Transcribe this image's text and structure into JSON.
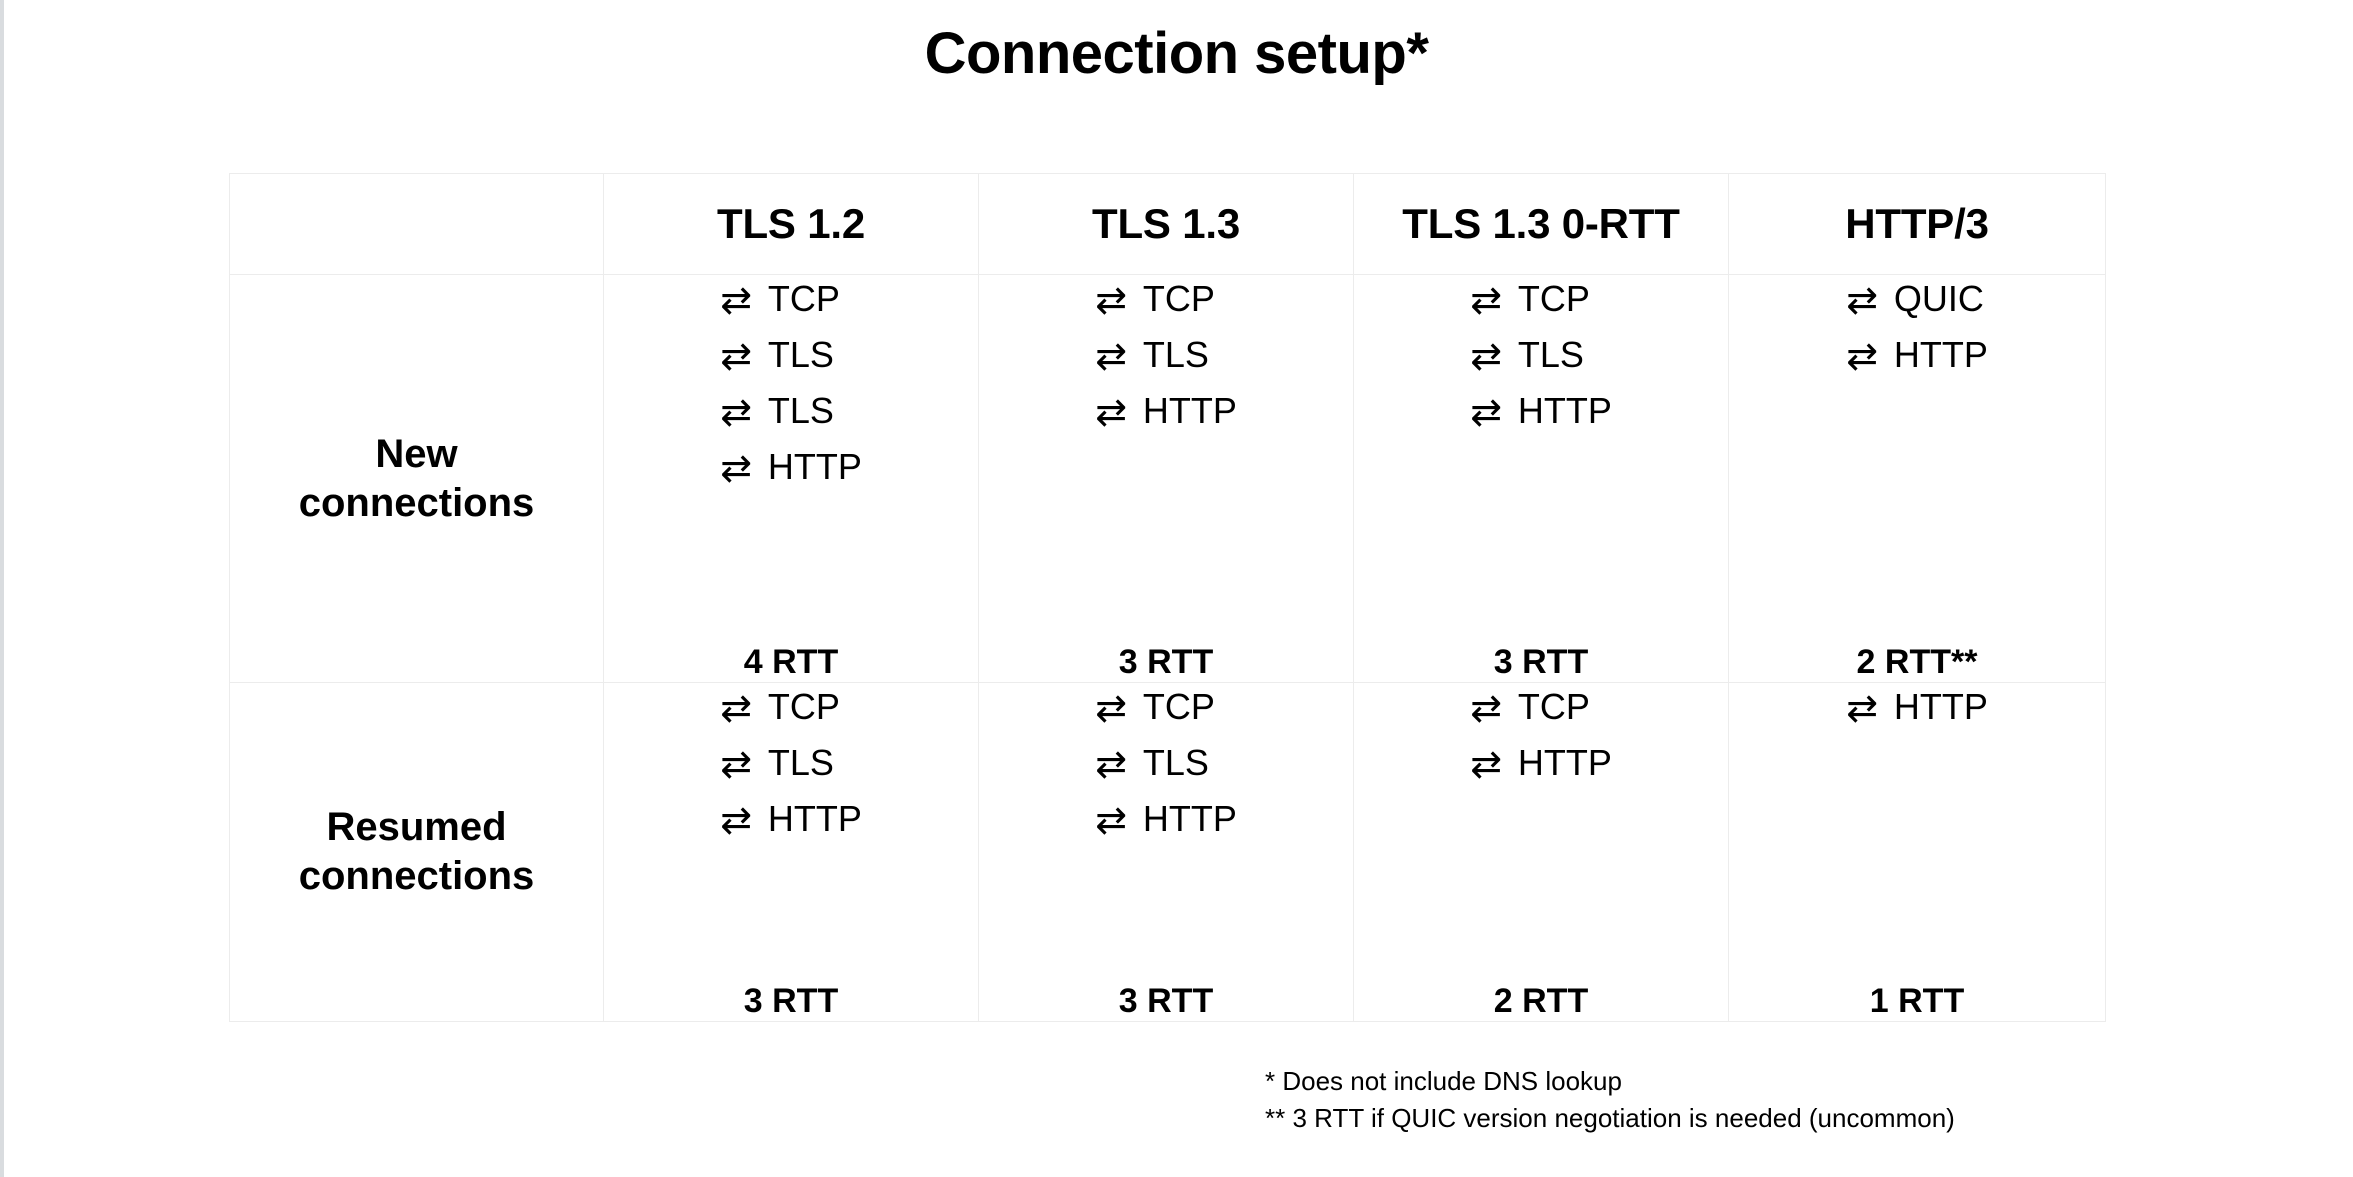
{
  "title": "Connection setup*",
  "table": {
    "corner_label": "",
    "columns": [
      "TLS 1.2",
      "TLS 1.3",
      "TLS 1.3 0-RTT",
      "HTTP/3"
    ],
    "arrow_icon": "⇄",
    "rows": [
      {
        "label_line1": "New",
        "label_line2": "connections",
        "cells": [
          {
            "steps": [
              "TCP",
              "TLS",
              "TLS",
              "HTTP"
            ],
            "rtt": "4 RTT"
          },
          {
            "steps": [
              "TCP",
              "TLS",
              "HTTP"
            ],
            "rtt": "3 RTT"
          },
          {
            "steps": [
              "TCP",
              "TLS",
              "HTTP"
            ],
            "rtt": "3 RTT"
          },
          {
            "steps": [
              "QUIC",
              "HTTP"
            ],
            "rtt": "2 RTT**"
          }
        ]
      },
      {
        "label_line1": "Resumed",
        "label_line2": "connections",
        "cells": [
          {
            "steps": [
              "TCP",
              "TLS",
              "HTTP"
            ],
            "rtt": "3 RTT"
          },
          {
            "steps": [
              "TCP",
              "TLS",
              "HTTP"
            ],
            "rtt": "3 RTT"
          },
          {
            "steps": [
              "TCP",
              "HTTP"
            ],
            "rtt": "2 RTT"
          },
          {
            "steps": [
              "HTTP"
            ],
            "rtt": "1 RTT"
          }
        ]
      }
    ]
  },
  "footnotes": [
    "* Does not include DNS lookup",
    "** 3 RTT if QUIC version negotiation is needed (uncommon)"
  ],
  "colors": {
    "background": "#ffffff",
    "text": "#000000",
    "table_border": "#ececec",
    "slide_edge": "#d9dcdf"
  }
}
